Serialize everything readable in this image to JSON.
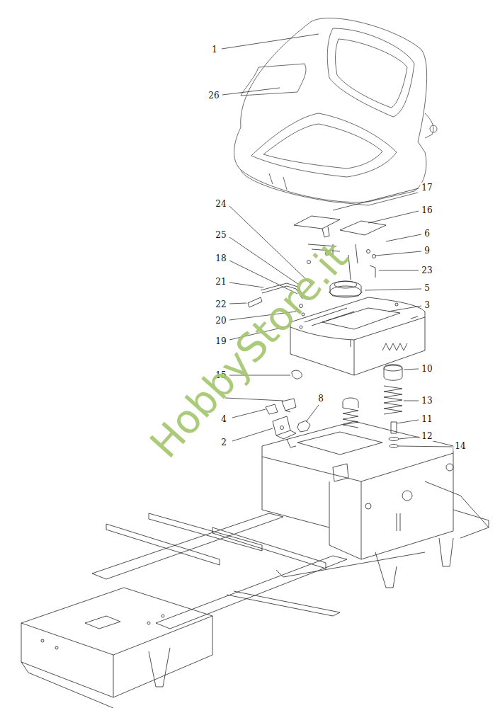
{
  "diagram": {
    "labels": [
      "1",
      "26",
      "17",
      "16",
      "24",
      "6",
      "25",
      "9",
      "18",
      "23",
      "21",
      "5",
      "22",
      "3",
      "20",
      "19",
      "10",
      "15",
      "13",
      "8",
      "4",
      "11",
      "2",
      "12",
      "14",
      "HobbyStore.it"
    ]
  }
}
